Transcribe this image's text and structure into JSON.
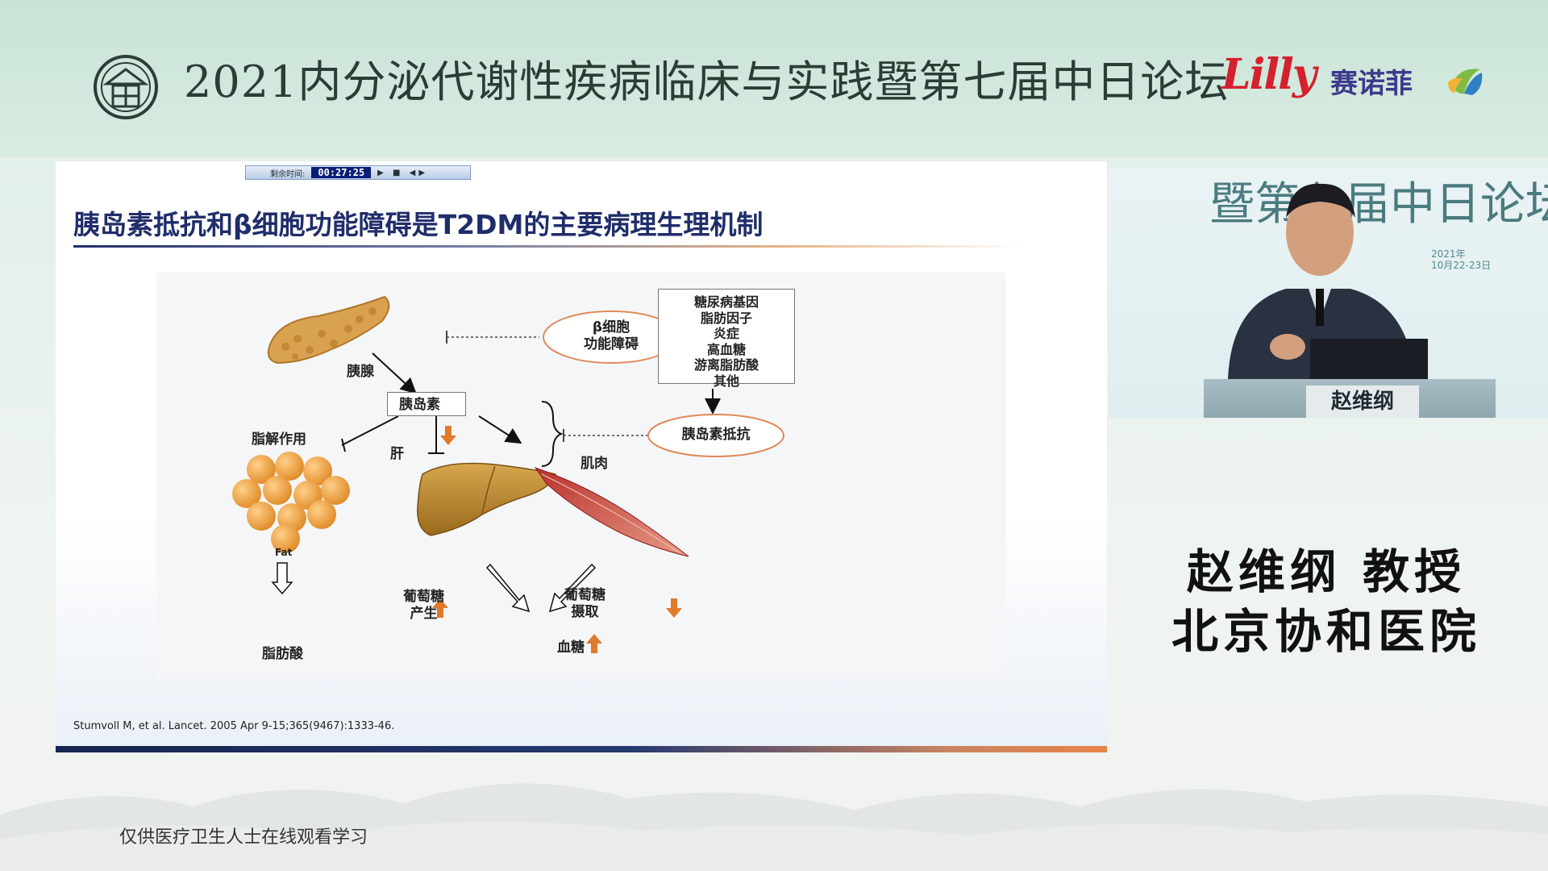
{
  "header": {
    "conference_title": "2021内分泌代谢性疾病临床与实践暨第七届中日论坛",
    "sponsor_lilly": "Lilly",
    "sponsor_sanofi": "赛诺菲"
  },
  "slide": {
    "timer": {
      "label": "剩余时间:",
      "value": "00:27:25"
    },
    "title": "胰岛素抵抗和β细胞功能障碍是T2DM的主要病理生理机制",
    "factors": [
      "糖尿病基因",
      "脂肪因子",
      "炎症",
      "高血糖",
      "游离脂肪酸",
      "其他"
    ],
    "beta_cell": [
      "β细胞",
      "功能障碍"
    ],
    "insulin_resistance": "胰岛素抵抗",
    "pancreas": "胰腺",
    "insulin": "胰岛素",
    "lipolysis": "脂解作用",
    "liver": "肝",
    "muscle": "肌肉",
    "fat": "Fat",
    "glucose_production": [
      "葡萄糖",
      "产生"
    ],
    "glucose_uptake": [
      "葡萄糖",
      "摄取"
    ],
    "blood_glucose": "血糖",
    "free_fatty_acid": "脂肪酸",
    "reference": "Stumvoll M, et al. Lancet. 2005 Apr 9-15;365(9467):1333-46."
  },
  "video": {
    "backdrop_text": "暨第七届中日论坛",
    "backdrop_date": [
      "2021年",
      "10月22-23日"
    ],
    "nameplate": "赵维纲"
  },
  "speaker": {
    "line1": "赵维纲 教授",
    "line2": "北京协和医院"
  },
  "footer": {
    "disclaimer": "仅供医疗卫生人士在线观看学习"
  },
  "colors": {
    "title_navy": "#1f2d6a",
    "arrow_orange": "#e07a2b",
    "ellipse_orange": "#e0895a"
  }
}
